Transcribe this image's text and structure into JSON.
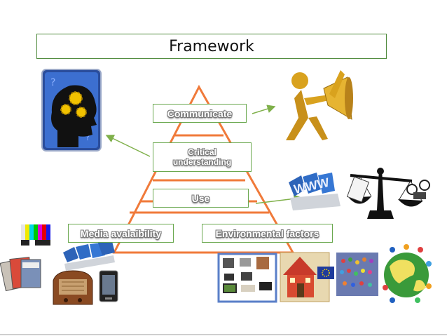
{
  "title": "Framework",
  "levels": {
    "communicate": "Communicate",
    "critical": "Critical understanding",
    "use": "Use",
    "media": "Media avalaibility",
    "environmental": "Environmental factors"
  },
  "colors": {
    "pyramid_outline": "#f07a3a",
    "box_border": "#6aa84f",
    "arrow": "#7fb04a"
  },
  "icons": [
    "head-gears-icon",
    "megaphone-figure-icon",
    "www-letters-icon",
    "scales-film-icon",
    "tv-test-screen-icon",
    "magazines-icon",
    "radio-icon",
    "mobile-phone-icon",
    "media-devices-collage-icon",
    "school-house-icon",
    "eu-flag-icon",
    "crowd-icon",
    "globe-people-icon"
  ]
}
